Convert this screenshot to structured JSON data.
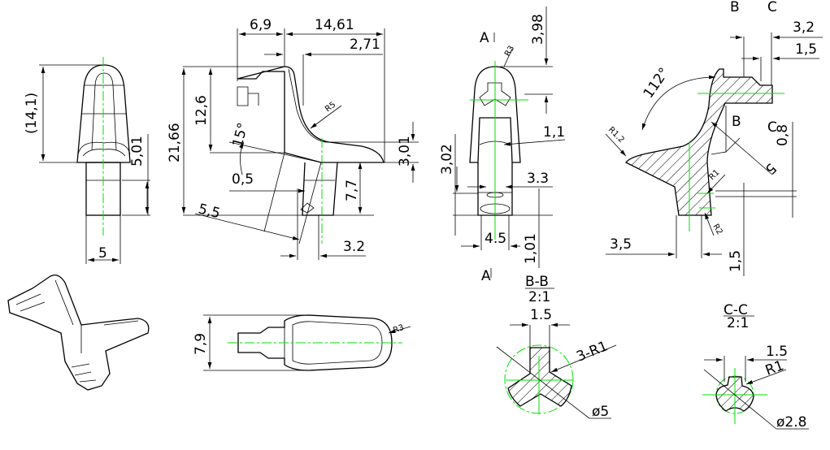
{
  "front_view": {
    "height_ref": "(14,1)",
    "stem_height": "5,01",
    "stem_width": "5"
  },
  "side_view": {
    "total_height": "21,66",
    "head_height": "12,6",
    "back_width": "6,9",
    "length": "14,61",
    "offset": "2,71",
    "bend_radius": "R5",
    "angle": "15°",
    "gap": "0,5",
    "slant": "5,5",
    "pin_offset": "3.2",
    "pin_height": "7,7",
    "lip_height": "3,01"
  },
  "section_a_view": {
    "label_top": "A",
    "label_bottom": "A",
    "top_radius": "R3",
    "top_height": "3,98",
    "wall": "1,1",
    "lower_height": "3,02",
    "width_3_3": "3.3",
    "width_4_5": "4.5",
    "bottom": "1,01"
  },
  "detail_view": {
    "label_b_top": "B",
    "label_c_top": "C",
    "label_b": "B",
    "label_c": "C",
    "dim_3_2": "3,2",
    "dim_1_5_top": "1,5",
    "angle": "112°",
    "radius_r1_2": "R1.2",
    "dim_0_8": "0,8",
    "dim_5": "5",
    "radius_r1": "R1",
    "radius_r2": "R2",
    "dim_3_5": "3,5",
    "dim_1_5_bottom": "1,5"
  },
  "top_view": {
    "width": "7,9",
    "radius": "R3"
  },
  "section_bb": {
    "title": "B-B",
    "scale": "2:1",
    "width": "1.5",
    "radius": "3-R1",
    "diameter": "ø5"
  },
  "section_cc": {
    "title": "C-C",
    "scale": "2:1",
    "width": "1.5",
    "radius": "R1",
    "diameter": "ø2.8"
  }
}
